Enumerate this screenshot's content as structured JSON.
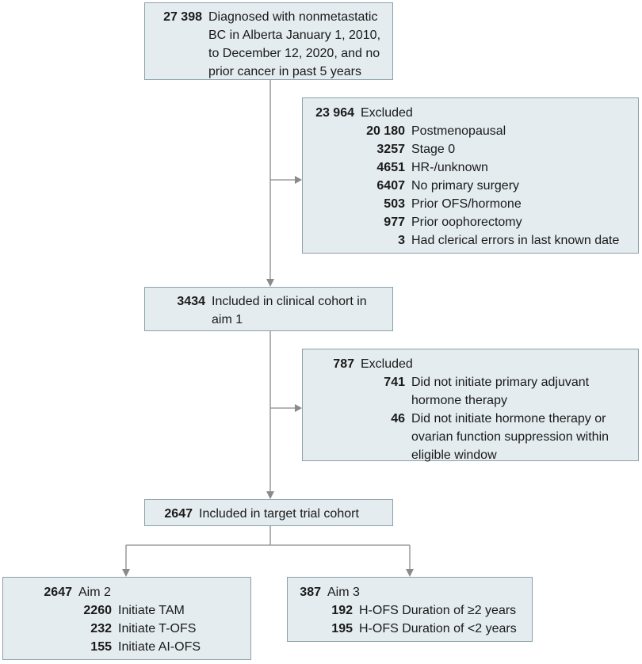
{
  "diagnosed": {
    "count": "27 398",
    "text": "Diagnosed with nonmetastatic BC in Alberta January 1, 2010, to December 12, 2020, and no prior cancer in past 5 years"
  },
  "excluded_1": {
    "count": "23 964",
    "label": "Excluded",
    "items": [
      {
        "count": "20 180",
        "label": "Postmenopausal"
      },
      {
        "count": "3257",
        "label": "Stage 0"
      },
      {
        "count": "4651",
        "label": "HR-/unknown"
      },
      {
        "count": "6407",
        "label": "No primary surgery"
      },
      {
        "count": "503",
        "label": "Prior OFS/hormone"
      },
      {
        "count": "977",
        "label": "Prior oophorectomy"
      },
      {
        "count": "3",
        "label": "Had clerical errors in last known date"
      }
    ]
  },
  "clinical_cohort": {
    "count": "3434",
    "text": "Included in clinical cohort in aim 1"
  },
  "excluded_2": {
    "count": "787",
    "label": "Excluded",
    "items": [
      {
        "count": "741",
        "label": "Did not initiate primary adjuvant hormone therapy"
      },
      {
        "count": "46",
        "label": "Did not initiate hormone therapy or ovarian function suppression within eligible window"
      }
    ]
  },
  "target_trial": {
    "count": "2647",
    "text": "Included in target trial cohort"
  },
  "aim2": {
    "count": "2647",
    "label": "Aim 2",
    "items": [
      {
        "count": "2260",
        "label": "Initiate TAM"
      },
      {
        "count": "232",
        "label": "Initiate T-OFS"
      },
      {
        "count": "155",
        "label": "Initiate AI-OFS"
      }
    ]
  },
  "aim3": {
    "count": "387",
    "label": "Aim 3",
    "items": [
      {
        "count": "192",
        "label": "H-OFS Duration of ≥2 years"
      },
      {
        "count": "195",
        "label": "H-OFS Duration of <2 years"
      }
    ]
  }
}
